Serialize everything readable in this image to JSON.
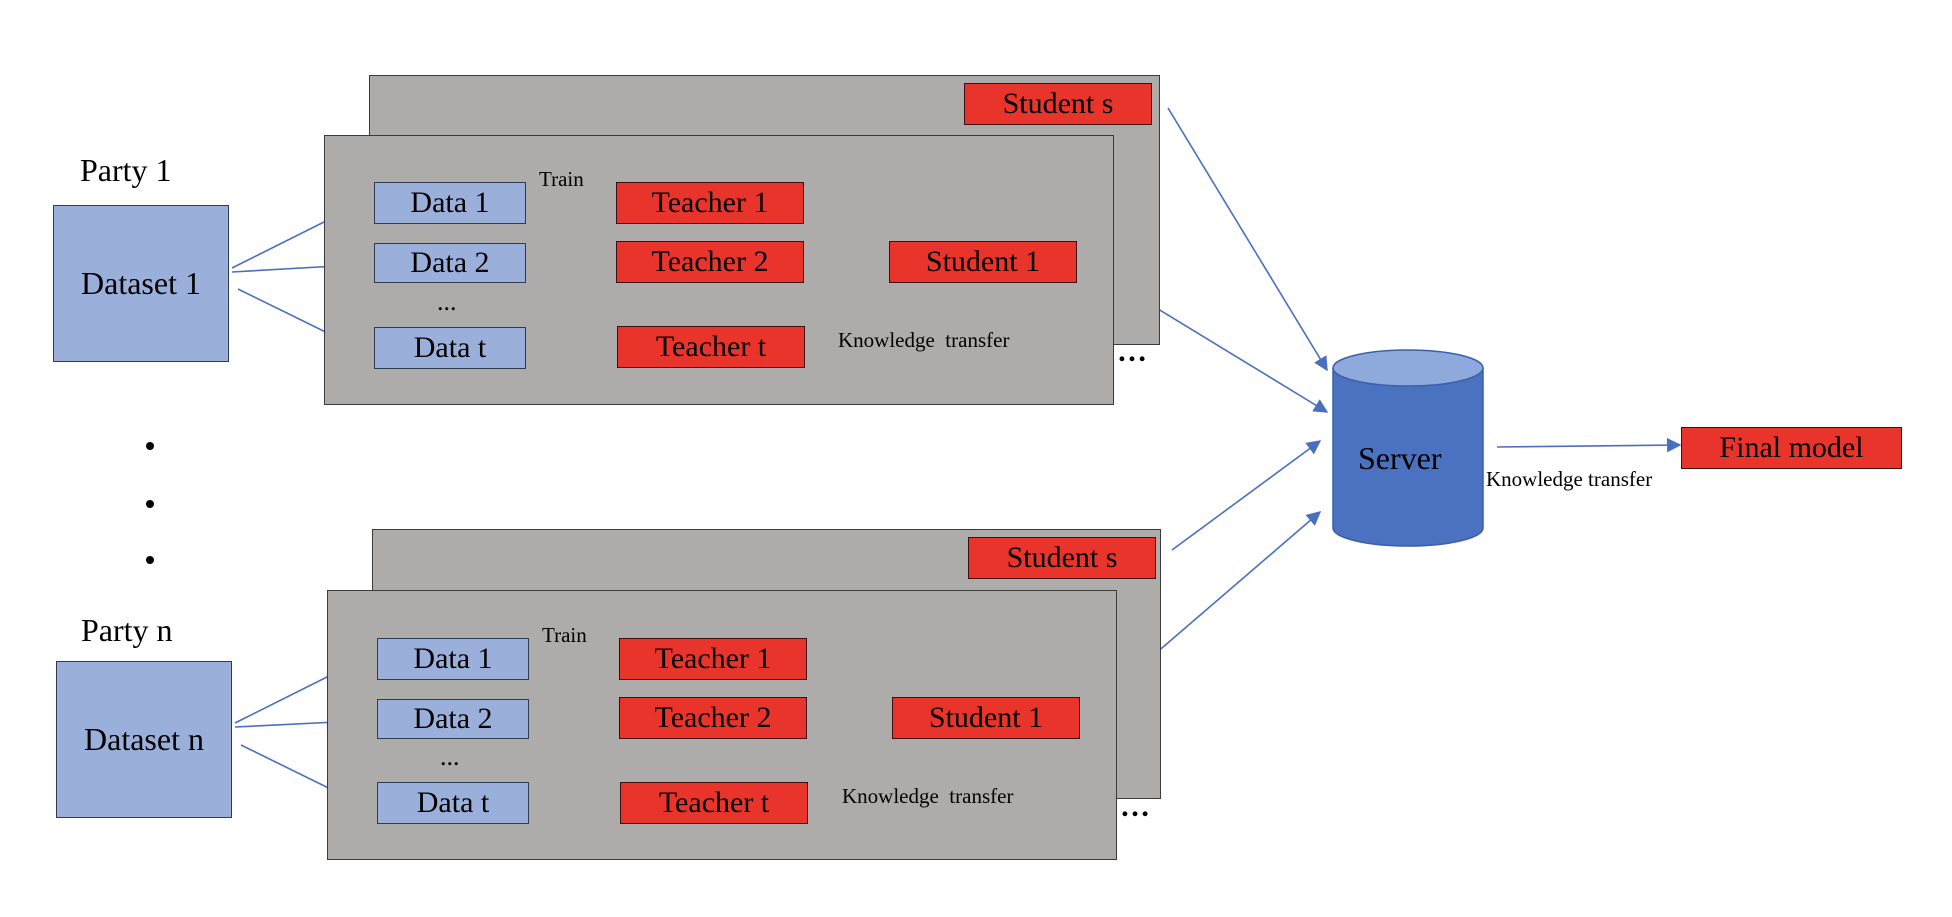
{
  "parties": [
    {
      "label": "Party 1",
      "dataset": "Dataset 1",
      "student_back": "Student s",
      "data_boxes": [
        "Data 1",
        "Data 2",
        "Data t"
      ],
      "data_ellipsis": "...",
      "teachers": [
        "Teacher 1",
        "Teacher 2",
        "Teacher t"
      ],
      "student": "Student 1",
      "train_label": "Train",
      "kt_label": "Knowledge  transfer",
      "stack_ellipsis": "…"
    },
    {
      "label": "Party n",
      "dataset": "Dataset n",
      "student_back": "Student s",
      "data_boxes": [
        "Data 1",
        "Data 2",
        "Data t"
      ],
      "data_ellipsis": "...",
      "teachers": [
        "Teacher 1",
        "Teacher 2",
        "Teacher t"
      ],
      "student": "Student 1",
      "train_label": "Train",
      "kt_label": "Knowledge  transfer",
      "stack_ellipsis": "…"
    }
  ],
  "server": {
    "label": "Server",
    "color": "#4a72c0",
    "top_color": "#8ea9dc"
  },
  "final_model": "Final model",
  "server_kt_label": "Knowledge transfer",
  "colors": {
    "data_fill": "#9ab0db",
    "model_fill": "#e8342a",
    "panel_fill": "#adacab",
    "arrow": "#4a6fbf"
  }
}
